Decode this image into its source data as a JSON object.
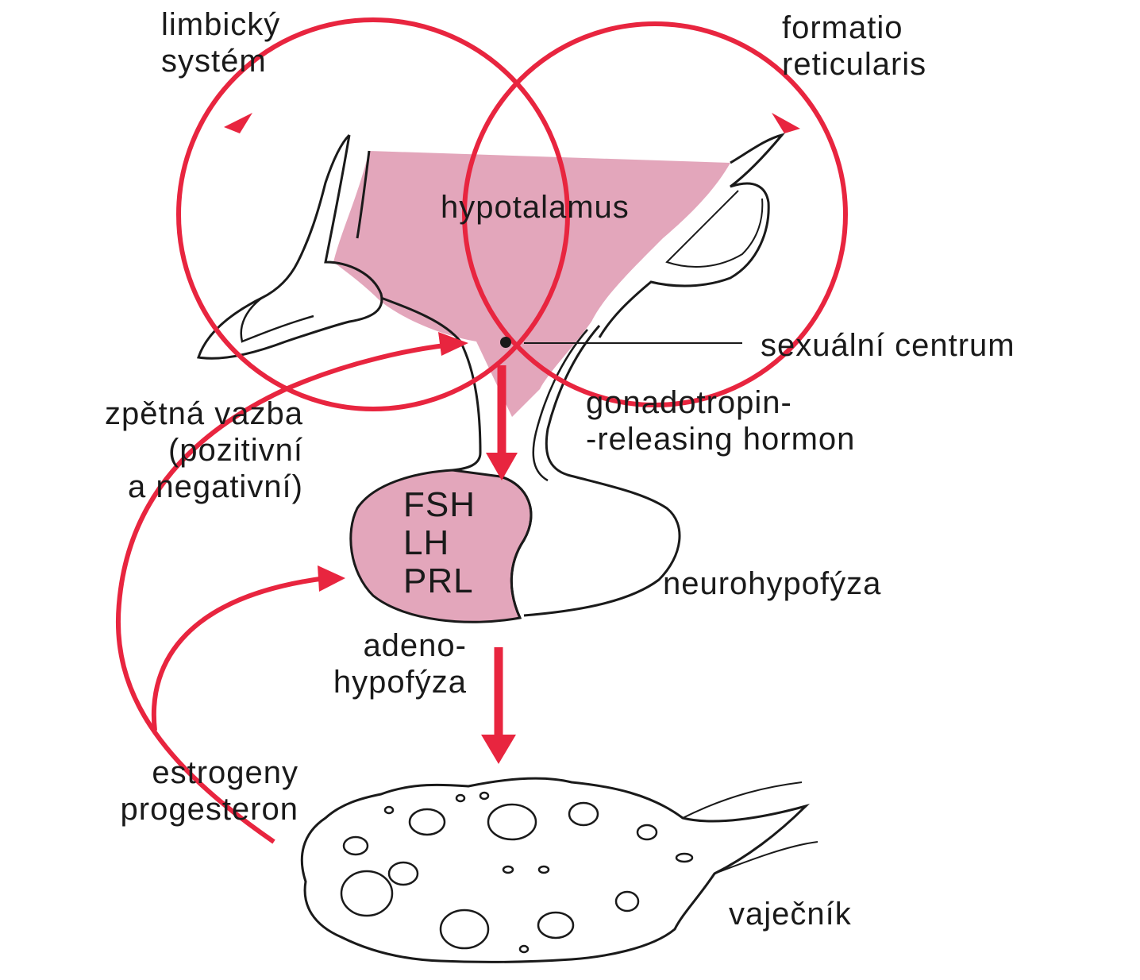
{
  "labels": {
    "limbic_1": "limbický",
    "limbic_2": "systém",
    "formatio_1": "formatio",
    "formatio_2": "reticularis",
    "hypothalamus": "hypotalamus",
    "sexual_center": "sexuální centrum",
    "feedback_1": "zpětná vazba",
    "feedback_2": "(pozitivní",
    "feedback_3": "a negativní)",
    "gnrh_1": "gonadotropin-",
    "gnrh_2": "-releasing hormon",
    "fsh": "FSH",
    "lh": "LH",
    "prl": "PRL",
    "neurohypophysis": "neurohypofýza",
    "adeno_1": "adeno-",
    "adeno_2": "hypofýza",
    "estrogen": "estrogeny",
    "progesterone": "progesteron",
    "ovary": "vaječník"
  },
  "colors": {
    "arrow_red": "#e8253f",
    "tissue_pink": "#e3a6bb",
    "outline": "#1a1a1a"
  }
}
